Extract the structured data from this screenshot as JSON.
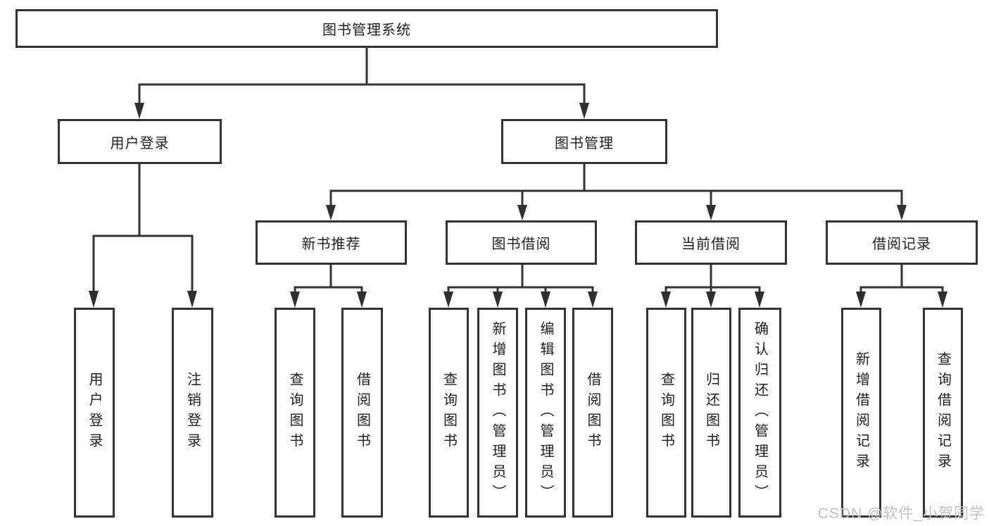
{
  "diagram": {
    "root": {
      "label": "图书管理系统"
    },
    "branches": [
      {
        "label": "用户登录",
        "children": [
          {
            "label": "用户登录"
          },
          {
            "label": "注销登录"
          }
        ]
      },
      {
        "label": "图书管理",
        "children": [
          {
            "label": "新书推荐",
            "children": [
              {
                "label": "查询图书"
              },
              {
                "label": "借阅图书"
              }
            ]
          },
          {
            "label": "图书借阅",
            "children": [
              {
                "label": "查询图书"
              },
              {
                "label": "新增图书（管理员）"
              },
              {
                "label": "编辑图书（管理员）"
              },
              {
                "label": "借阅图书"
              }
            ]
          },
          {
            "label": "当前借阅",
            "children": [
              {
                "label": "查询图书"
              },
              {
                "label": "归还图书"
              },
              {
                "label": "确认归还（管理员）"
              }
            ]
          },
          {
            "label": "借阅记录",
            "children": [
              {
                "label": "新增借阅记录"
              },
              {
                "label": "查询借阅记录"
              }
            ]
          }
        ]
      }
    ],
    "watermark": {
      "text": "CSDN @软件_小贺同学",
      "color": "#c2c2c2"
    },
    "colors": {
      "line": "#333333",
      "box_border": "#333333",
      "text": "#1f1f1f",
      "background": "#ffffff"
    }
  }
}
